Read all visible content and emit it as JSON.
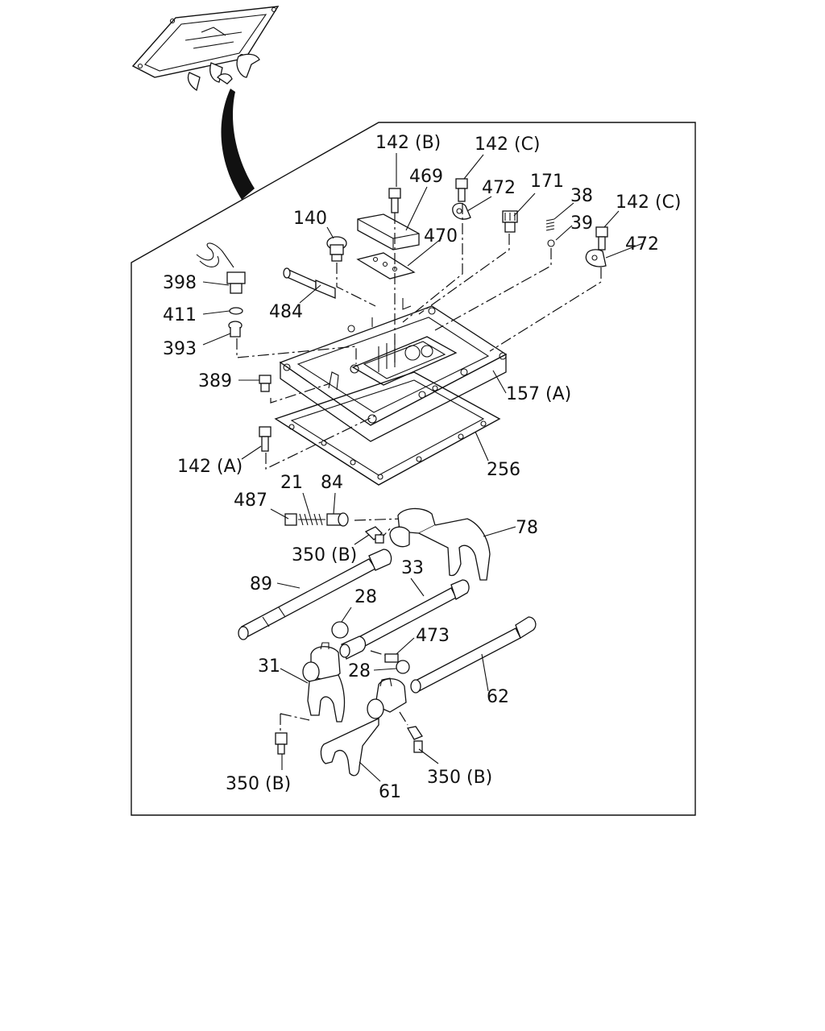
{
  "labels": {
    "l142b_top": "142 (B)",
    "l142c_top": "142 (C)",
    "l469": "469",
    "l472_top": "472",
    "l171": "171",
    "l38": "38",
    "l140": "140",
    "l470": "470",
    "l39": "39",
    "l142c_right": "142 (C)",
    "l472_right": "472",
    "l398": "398",
    "l411": "411",
    "l484": "484",
    "l393": "393",
    "l389": "389",
    "l157a": "157 (A)",
    "l142a": "142 (A)",
    "l256": "256",
    "l21": "21",
    "l84": "84",
    "l487": "487",
    "l78": "78",
    "l350b_mid": "350 (B)",
    "l33": "33",
    "l89": "89",
    "l28_top": "28",
    "l473": "473",
    "l31": "31",
    "l28_bot": "28",
    "l62": "62",
    "l350b_left": "350 (B)",
    "l350b_right": "350 (B)",
    "l61": "61"
  }
}
